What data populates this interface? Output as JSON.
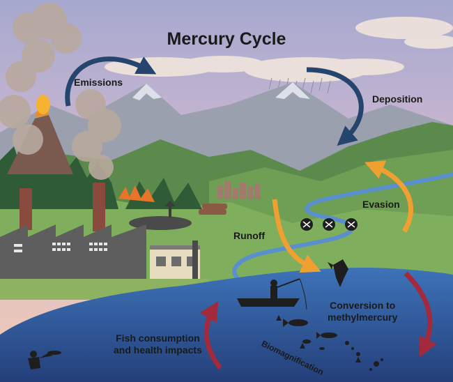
{
  "diagram": {
    "title": "Mercury Cycle",
    "labels": {
      "emissions": "Emissions",
      "deposition": "Deposition",
      "evasion": "Evasion",
      "runoff": "Runoff",
      "conversion_line1": "Conversion to",
      "conversion_line2": "methylmercury",
      "biomagnification": "Biomagnification",
      "fish_line1": "Fish consumption",
      "fish_line2": "and health impacts"
    },
    "colors": {
      "arrow_blue": "#26456e",
      "arrow_orange": "#f0a030",
      "arrow_red": "#a32a3c",
      "water": "#2f5f9e",
      "sky_top": "#a6a8cf",
      "sky_bottom": "#f3cbb0"
    },
    "icons": [
      "volcano-icon",
      "factory-icon",
      "fire-icon",
      "oil-rig-icon",
      "city-icon",
      "mine-icon",
      "fisherman-boat-icon",
      "bird-of-prey-icon",
      "fish-icon",
      "plankton-icon",
      "person-eating-fish-icon"
    ]
  }
}
